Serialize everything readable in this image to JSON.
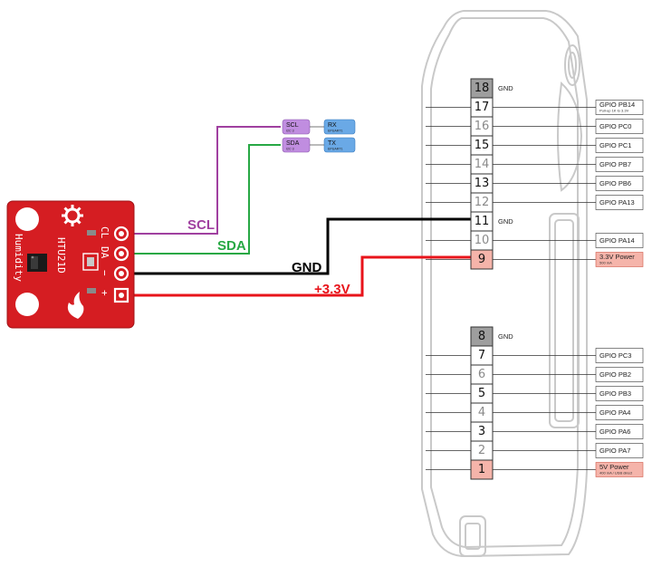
{
  "sensor": {
    "name": "HTU21D",
    "subtitle": "Humidity",
    "pin_labels": [
      "CL",
      "DA",
      "−",
      "+"
    ]
  },
  "wires": {
    "scl": {
      "label": "SCL",
      "color": "#a040a0"
    },
    "sda": {
      "label": "SDA",
      "color": "#27a844"
    },
    "gnd": {
      "label": "GND",
      "color": "#000000"
    },
    "vcc": {
      "label": "+3.3V",
      "color": "#e8141b"
    }
  },
  "tags": [
    {
      "title": "SCL",
      "sub": "I2C 3",
      "color": "#c08de0"
    },
    {
      "title": "RX",
      "sub": "EPUART1",
      "color": "#6aa9e6"
    },
    {
      "title": "SDA",
      "sub": "I2C 3",
      "color": "#c08de0"
    },
    {
      "title": "TX",
      "sub": "EPUART1",
      "color": "#6aa9e6"
    }
  ],
  "header_top": [
    {
      "num": "18",
      "style": "gnd",
      "label": "GND",
      "label_kind": "inline"
    },
    {
      "num": "17",
      "style": "normal",
      "label": "GPIO PB14",
      "sub": "Pull-up 1K to 3.3V",
      "label_kind": "box"
    },
    {
      "num": "16",
      "style": "dim",
      "label": "GPIO PC0",
      "label_kind": "box"
    },
    {
      "num": "15",
      "style": "normal",
      "label": "GPIO PC1",
      "label_kind": "box"
    },
    {
      "num": "14",
      "style": "dim",
      "label": "GPIO PB7",
      "label_kind": "box"
    },
    {
      "num": "13",
      "style": "normal",
      "label": "GPIO PB6",
      "label_kind": "box"
    },
    {
      "num": "12",
      "style": "dim",
      "label": "GPIO PA13",
      "label_kind": "box"
    },
    {
      "num": "11",
      "style": "normal",
      "label": "GND",
      "label_kind": "inline"
    },
    {
      "num": "10",
      "style": "dim",
      "label": "GPIO PA14",
      "label_kind": "box"
    },
    {
      "num": "9",
      "style": "power",
      "label": "3.3V Power",
      "sub": "500 mA",
      "label_kind": "power"
    }
  ],
  "header_bottom": [
    {
      "num": "8",
      "style": "gnd",
      "label": "GND",
      "label_kind": "inline"
    },
    {
      "num": "7",
      "style": "normal",
      "label": "GPIO PC3",
      "label_kind": "box"
    },
    {
      "num": "6",
      "style": "dim",
      "label": "GPIO PB2",
      "label_kind": "box"
    },
    {
      "num": "5",
      "style": "normal",
      "label": "GPIO PB3",
      "label_kind": "box"
    },
    {
      "num": "4",
      "style": "dim",
      "label": "GPIO PA4",
      "label_kind": "box"
    },
    {
      "num": "3",
      "style": "normal",
      "label": "GPIO PA6",
      "label_kind": "box"
    },
    {
      "num": "2",
      "style": "dim",
      "label": "GPIO PA7",
      "label_kind": "box"
    },
    {
      "num": "1",
      "style": "power",
      "label": "5V Power",
      "sub": "400 mA / USB direct",
      "label_kind": "power"
    }
  ],
  "colors": {
    "board": "#d51d22",
    "device_outline": "#c9c9c9",
    "gnd_cell": "#9e9e9e",
    "power_cell": "#f5b4aa"
  }
}
